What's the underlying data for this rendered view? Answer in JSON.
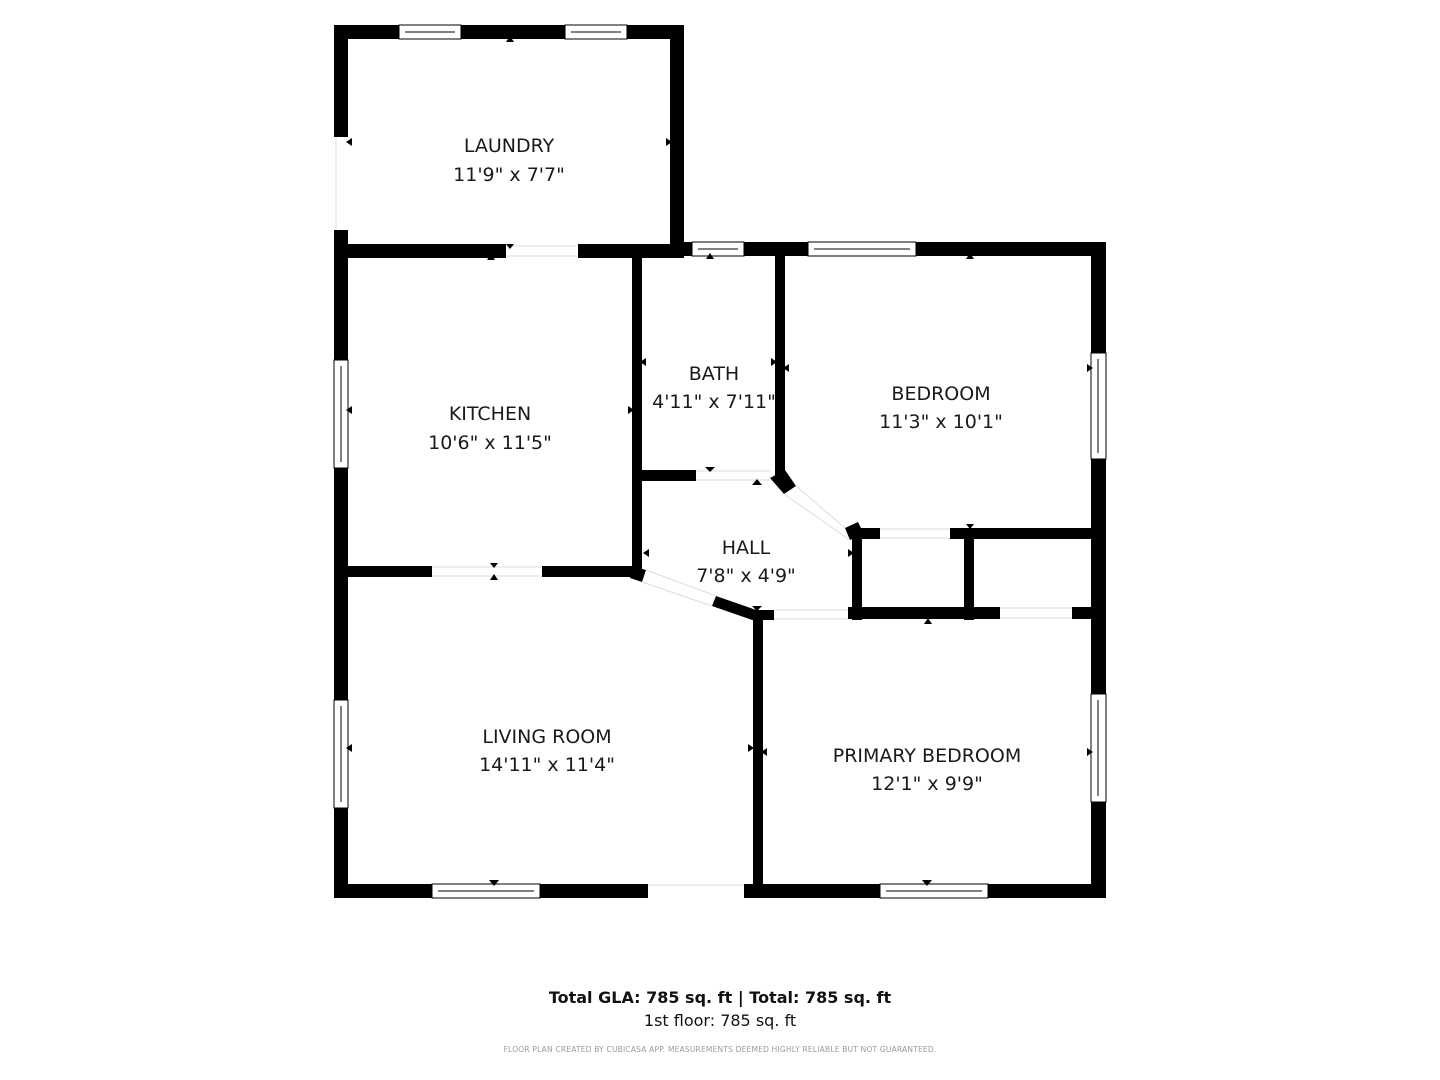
{
  "rooms": {
    "laundry": {
      "name": "LAUNDRY",
      "dims": "11'9\" x 7'7\""
    },
    "kitchen": {
      "name": "KITCHEN",
      "dims": "10'6\" x 11'5\""
    },
    "bath": {
      "name": "BATH",
      "dims": "4'11\" x 7'11\""
    },
    "bedroom": {
      "name": "BEDROOM",
      "dims": "11'3\" x 10'1\""
    },
    "hall": {
      "name": "HALL",
      "dims": "7'8\" x 4'9\""
    },
    "living_room": {
      "name": "LIVING ROOM",
      "dims": "14'11\" x 11'4\""
    },
    "primary_bedroom": {
      "name": "PRIMARY BEDROOM",
      "dims": "12'1\" x 9'9\""
    }
  },
  "footer": {
    "total": "Total GLA: 785 sq. ft | Total: 785 sq. ft",
    "floor": "1st floor: 785 sq. ft",
    "disclaimer": "FLOOR PLAN CREATED BY CUBICASA APP. MEASUREMENTS DEEMED HIGHLY RELIABLE BUT NOT GUARANTEED."
  },
  "colors": {
    "wall": "#000000",
    "background": "#ffffff",
    "window": "#ffffff"
  }
}
